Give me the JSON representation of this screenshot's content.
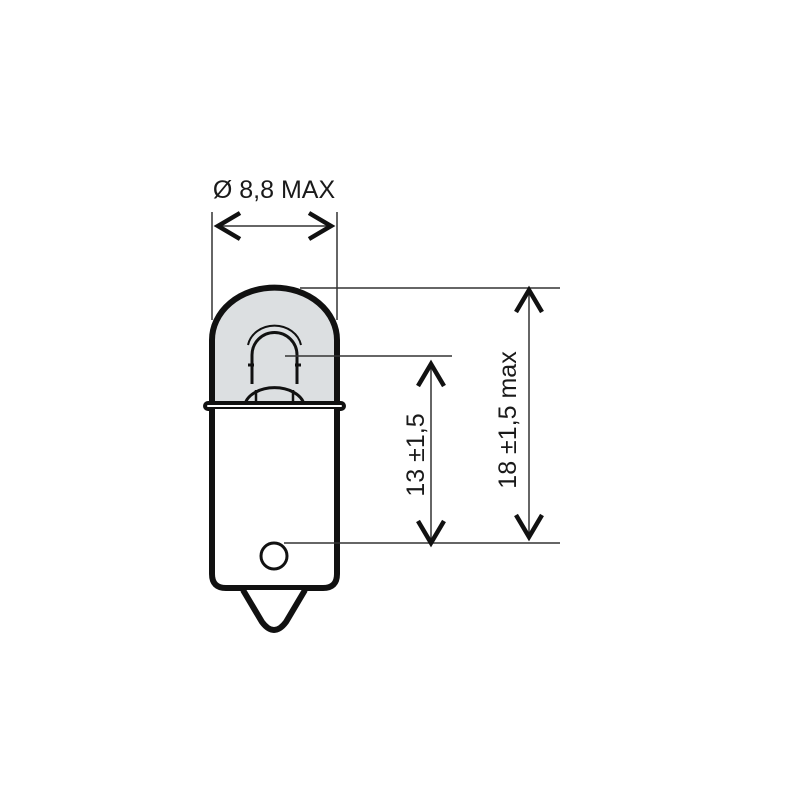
{
  "diagram": {
    "subject": "miniature bulb with bayonet base",
    "labels": {
      "diameter": "Ø 8,8 MAX",
      "filament_height": "13 ±1,5",
      "total_height": "18 ±1,5 max"
    },
    "colors": {
      "outline": "#111111",
      "glass_fill": "#dcdfe1",
      "dimension_line": "#333333",
      "background": "#ffffff"
    }
  }
}
